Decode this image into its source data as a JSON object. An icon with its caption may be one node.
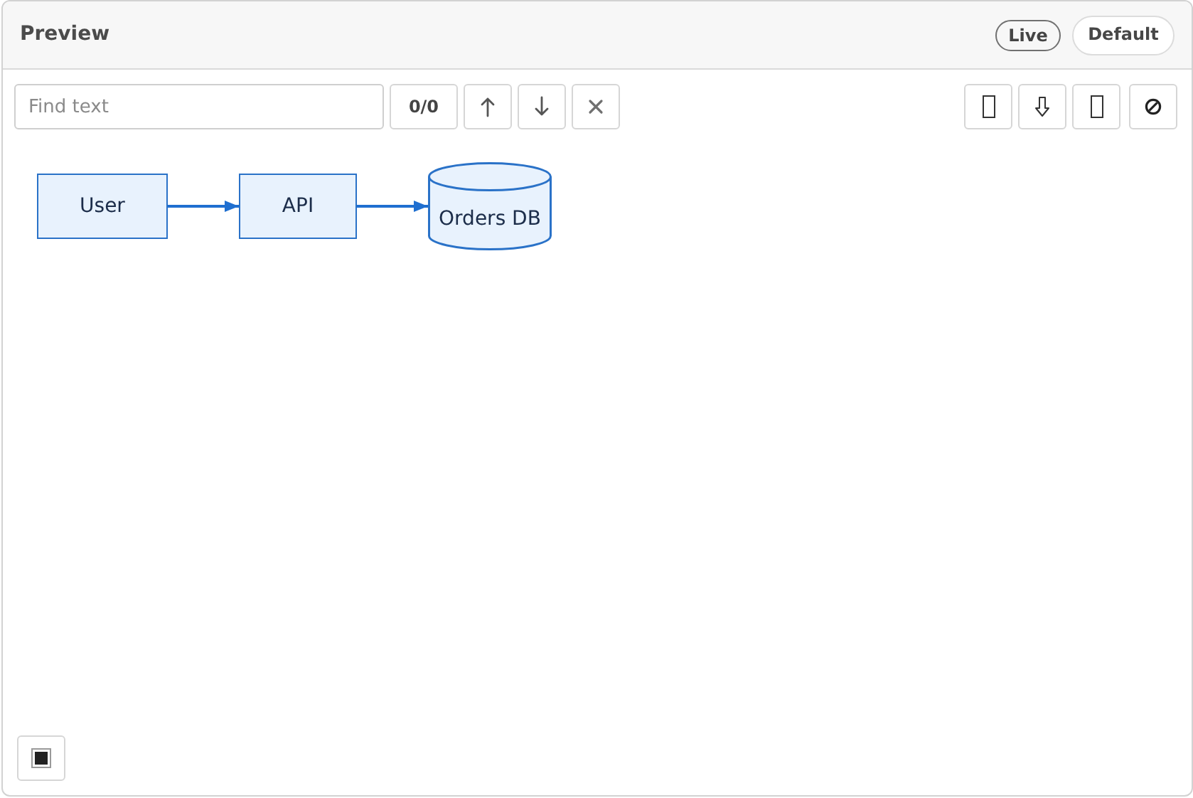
{
  "diagram": {
    "nodes": [
      {
        "text": [
          "User"
        ]
      },
      {
        "text": [
          "API"
        ]
      },
      {
        "text": [
          "Orders DB"
        ]
      }
    ],
    "edges": [
      {
        "from": 0,
        "to": 1,
        "arrow": "to"
      },
      {
        "from": 1,
        "to": 2,
        "arrow": "to"
      }
    ],
    "labels": [
      "Preview",
      "Live",
      "Default",
      "Find text",
      "0/0"
    ]
  }
}
